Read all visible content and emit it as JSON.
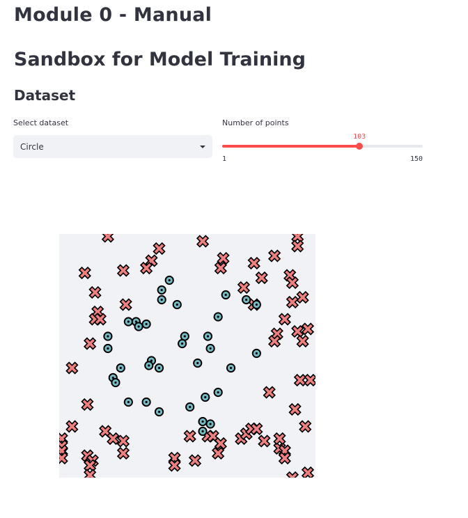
{
  "page": {
    "title": "Module 0 - Manual",
    "subtitle": "Sandbox for Model Training",
    "section": "Dataset"
  },
  "controls": {
    "dataset_label": "Select dataset",
    "dataset_value": "Circle",
    "points_label": "Number of points",
    "points_value": "103",
    "points_min": "1",
    "points_max": "150",
    "points_value_num": 103,
    "points_min_num": 1,
    "points_max_num": 150,
    "accent_color": "#ff4b4b"
  },
  "chart_data": {
    "type": "scatter",
    "xlim": [
      0,
      1
    ],
    "ylim": [
      0,
      1
    ],
    "background": "#f0f2f6",
    "classes": [
      {
        "marker": "x",
        "fill": "#f08080",
        "stroke": "#000000"
      },
      {
        "marker": "circle",
        "fill": "#74bcc4",
        "stroke": "#000000"
      }
    ],
    "points": [
      [
        0.19,
        0.99,
        0
      ],
      [
        0.39,
        0.94,
        0
      ],
      [
        0.36,
        0.89,
        0
      ],
      [
        0.34,
        0.86,
        0
      ],
      [
        0.25,
        0.85,
        0
      ],
      [
        0.1,
        0.84,
        0
      ],
      [
        0.56,
        0.97,
        0
      ],
      [
        0.64,
        0.9,
        0
      ],
      [
        0.63,
        0.86,
        0
      ],
      [
        0.76,
        0.88,
        0
      ],
      [
        0.84,
        0.91,
        0
      ],
      [
        0.93,
        0.99,
        0
      ],
      [
        0.93,
        0.95,
        0
      ],
      [
        0.14,
        0.76,
        0
      ],
      [
        0.26,
        0.71,
        0
      ],
      [
        0.15,
        0.68,
        0
      ],
      [
        0.14,
        0.65,
        0
      ],
      [
        0.16,
        0.65,
        0
      ],
      [
        0.76,
        0.71,
        0
      ],
      [
        0.72,
        0.78,
        0
      ],
      [
        0.79,
        0.82,
        0
      ],
      [
        0.9,
        0.83,
        0
      ],
      [
        0.91,
        0.8,
        0
      ],
      [
        0.95,
        0.74,
        0
      ],
      [
        0.91,
        0.72,
        0
      ],
      [
        0.88,
        0.65,
        0
      ],
      [
        0.12,
        0.55,
        0
      ],
      [
        0.05,
        0.45,
        0
      ],
      [
        0.93,
        0.6,
        0
      ],
      [
        0.97,
        0.61,
        0
      ],
      [
        0.85,
        0.59,
        0
      ],
      [
        0.84,
        0.56,
        0
      ],
      [
        0.95,
        0.56,
        0
      ],
      [
        0.94,
        0.4,
        0
      ],
      [
        0.98,
        0.4,
        0
      ],
      [
        0.82,
        0.35,
        0
      ],
      [
        0.11,
        0.3,
        0
      ],
      [
        0.92,
        0.28,
        0
      ],
      [
        0.05,
        0.21,
        0
      ],
      [
        0.18,
        0.19,
        0
      ],
      [
        0.21,
        0.16,
        0
      ],
      [
        0.25,
        0.15,
        0
      ],
      [
        0.01,
        0.16,
        0
      ],
      [
        0.01,
        0.13,
        0
      ],
      [
        0.01,
        0.11,
        0
      ],
      [
        0.01,
        0.08,
        0
      ],
      [
        0.11,
        0.09,
        0
      ],
      [
        0.13,
        0.07,
        0
      ],
      [
        0.12,
        0.05,
        0
      ],
      [
        0.12,
        0.01,
        0
      ],
      [
        0.25,
        0.1,
        0
      ],
      [
        0.51,
        0.17,
        0
      ],
      [
        0.58,
        0.17,
        0
      ],
      [
        0.6,
        0.17,
        0
      ],
      [
        0.63,
        0.14,
        0
      ],
      [
        0.62,
        0.1,
        0
      ],
      [
        0.71,
        0.16,
        0
      ],
      [
        0.73,
        0.18,
        0
      ],
      [
        0.75,
        0.2,
        0
      ],
      [
        0.77,
        0.2,
        0
      ],
      [
        0.8,
        0.15,
        0
      ],
      [
        0.86,
        0.12,
        0
      ],
      [
        0.88,
        0.11,
        0
      ],
      [
        0.86,
        0.16,
        0
      ],
      [
        0.88,
        0.08,
        0
      ],
      [
        0.96,
        0.21,
        0
      ],
      [
        0.45,
        0.08,
        0
      ],
      [
        0.53,
        0.07,
        0
      ],
      [
        0.45,
        0.05,
        0
      ],
      [
        0.91,
        0.0,
        0
      ],
      [
        0.97,
        0.02,
        0
      ],
      [
        0.43,
        0.81,
        1
      ],
      [
        0.4,
        0.77,
        1
      ],
      [
        0.46,
        0.71,
        1
      ],
      [
        0.4,
        0.73,
        1
      ],
      [
        0.65,
        0.75,
        1
      ],
      [
        0.73,
        0.73,
        1
      ],
      [
        0.77,
        0.71,
        1
      ],
      [
        0.62,
        0.66,
        1
      ],
      [
        0.27,
        0.64,
        1
      ],
      [
        0.3,
        0.64,
        1
      ],
      [
        0.31,
        0.62,
        1
      ],
      [
        0.34,
        0.63,
        1
      ],
      [
        0.19,
        0.58,
        1
      ],
      [
        0.19,
        0.53,
        1
      ],
      [
        0.49,
        0.58,
        1
      ],
      [
        0.48,
        0.55,
        1
      ],
      [
        0.58,
        0.58,
        1
      ],
      [
        0.59,
        0.53,
        1
      ],
      [
        0.77,
        0.51,
        1
      ],
      [
        0.36,
        0.48,
        1
      ],
      [
        0.35,
        0.46,
        1
      ],
      [
        0.39,
        0.45,
        1
      ],
      [
        0.24,
        0.45,
        1
      ],
      [
        0.54,
        0.47,
        1
      ],
      [
        0.67,
        0.45,
        1
      ],
      [
        0.21,
        0.41,
        1
      ],
      [
        0.22,
        0.39,
        1
      ],
      [
        0.27,
        0.31,
        1
      ],
      [
        0.34,
        0.31,
        1
      ],
      [
        0.39,
        0.27,
        1
      ],
      [
        0.51,
        0.29,
        1
      ],
      [
        0.57,
        0.33,
        1
      ],
      [
        0.62,
        0.35,
        1
      ],
      [
        0.56,
        0.23,
        1
      ],
      [
        0.59,
        0.22,
        1
      ],
      [
        0.56,
        0.19,
        1
      ]
    ]
  }
}
